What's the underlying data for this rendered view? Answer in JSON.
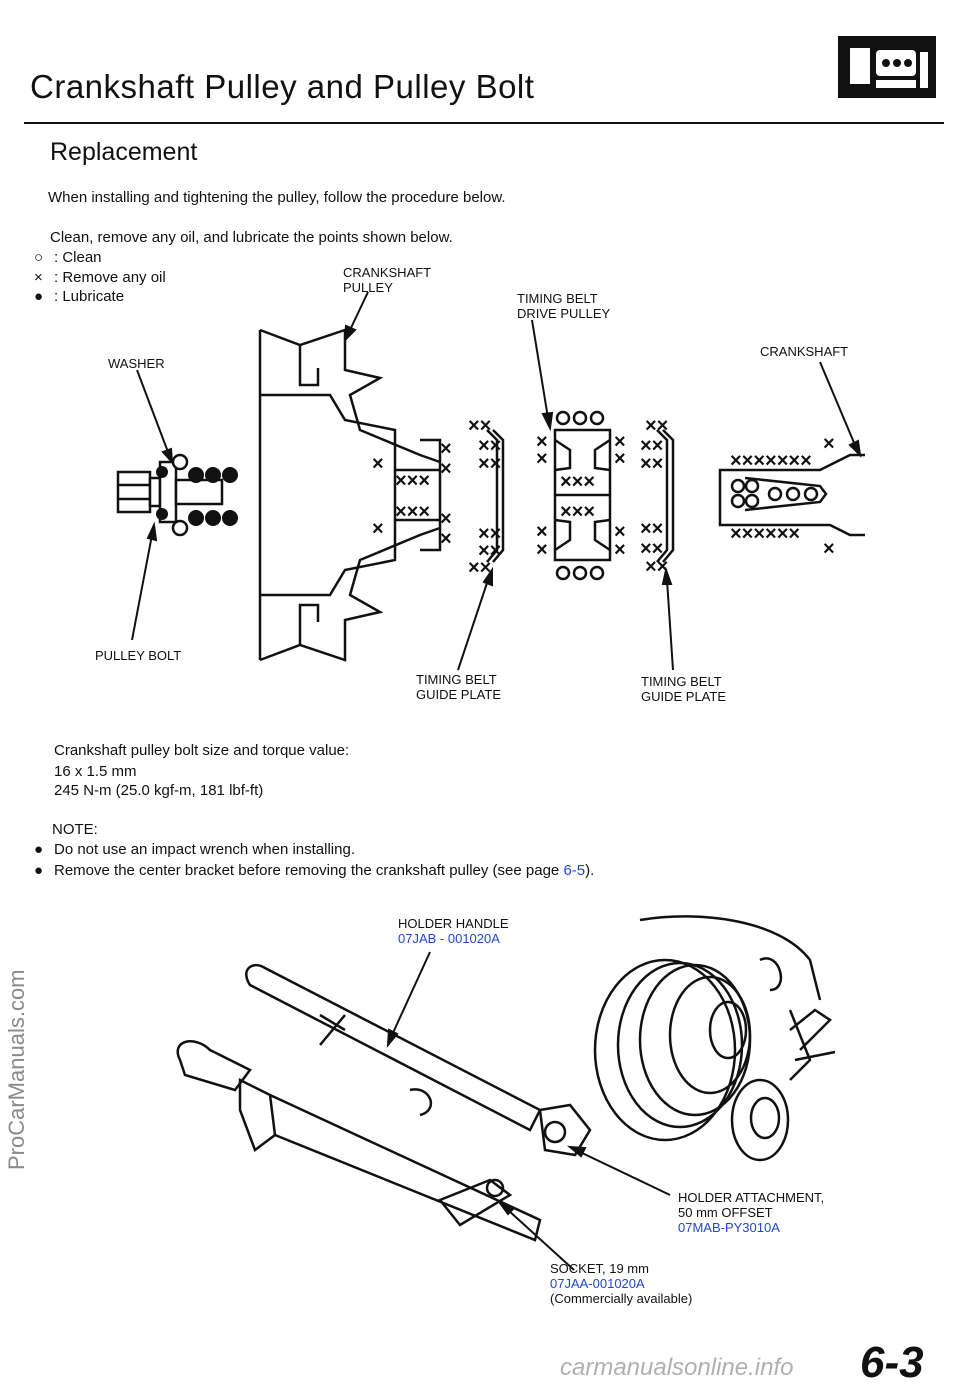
{
  "header": {
    "title": "Crankshaft Pulley and Pulley Bolt",
    "section": "Replacement"
  },
  "intro": {
    "line1": "When installing and tightening the pulley, follow the procedure below.",
    "line2": "Clean, remove any oil, and lubricate the points shown below."
  },
  "legend": [
    {
      "symbol": "○",
      "text": ": Clean"
    },
    {
      "symbol": "×",
      "text": ": Remove any oil"
    },
    {
      "symbol": "●",
      "text": ": Lubricate"
    }
  ],
  "diagram1": {
    "crankshaft_pulley_1": "CRANKSHAFT",
    "crankshaft_pulley_2": "PULLEY",
    "drive_pulley_1": "TIMING BELT",
    "drive_pulley_2": "DRIVE PULLEY",
    "crankshaft": "CRANKSHAFT",
    "washer": "WASHER",
    "pulley_bolt": "PULLEY BOLT",
    "guide_a_1": "TIMING BELT",
    "guide_a_2": "GUIDE PLATE",
    "guide_b_1": "TIMING BELT",
    "guide_b_2": "GUIDE PLATE"
  },
  "spec": {
    "line1": "Crankshaft pulley bolt size and torque value:",
    "line2": "16 x 1.5 mm",
    "line3": "245 N-m (25.0 kgf-m, 181 lbf-ft)"
  },
  "note": {
    "heading": "NOTE:",
    "item1": "Do not use an impact wrench when installing.",
    "item2_pre": "Remove the center bracket before removing the crankshaft pulley (see page ",
    "item2_link": "6-5",
    "item2_post": ")."
  },
  "diagram2": {
    "holder_handle": "HOLDER HANDLE",
    "holder_handle_pn": "07JAB - 001020A",
    "attachment_1": "HOLDER ATTACHMENT,",
    "attachment_2": "50 mm OFFSET",
    "attachment_pn": "07MAB-PY3010A",
    "socket": "SOCKET, 19 mm",
    "socket_pn": "07JAA-001020A",
    "socket_note": "(Commercially available)"
  },
  "side_watermark": "ProCarManuals.com",
  "page_number": "6-3",
  "footer_watermark": "carmanualsonline.info",
  "colors": {
    "link": "#2246d6",
    "text": "#111111"
  }
}
